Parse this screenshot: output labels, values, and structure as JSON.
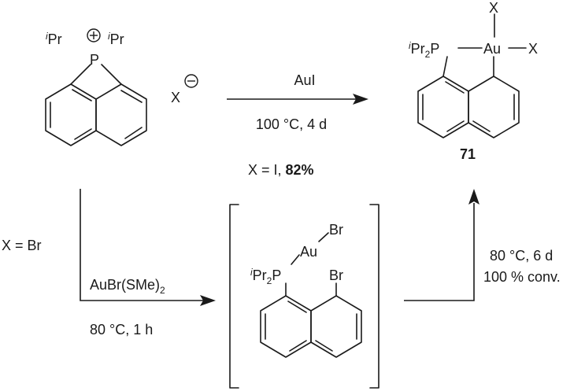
{
  "reactant": {
    "substituent_sup": "i",
    "substituent": "Pr",
    "phosphorus": "P",
    "counterion": "X"
  },
  "step1": {
    "reagent": "AuI",
    "conditions": "100 °C, 4 d",
    "result_prefix": "X = I, ",
    "yield": "82%"
  },
  "product": {
    "compound_number": "71",
    "ligand_sup": "i",
    "ligand_main": "Pr",
    "ligand_sub": "2",
    "ligand_p": "P",
    "metal": "Au",
    "halide": "X"
  },
  "step2": {
    "halide_note": "X = Br",
    "reagent_main": "AuBr(SMe)",
    "reagent_sub": "2",
    "conditions": "80 °C, 1 h"
  },
  "intermediate": {
    "ligand_sup": "i",
    "ligand_main": "Pr",
    "ligand_sub": "2",
    "ligand_p": "P",
    "metal": "Au",
    "halide_top": "Br",
    "halide_ring": "Br"
  },
  "step3": {
    "conditions_line1": "80 °C, 6 d",
    "conditions_line2": "100 % conv."
  }
}
